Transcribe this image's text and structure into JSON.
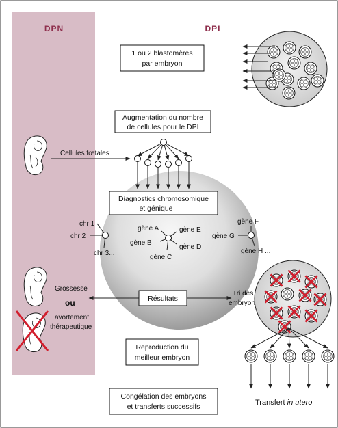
{
  "headers": {
    "left": "DPN",
    "right": "DPI"
  },
  "boxes": {
    "blastomeres": [
      "1 ou 2 blastomères",
      "par embryon"
    ],
    "augmentation": [
      "Augmentation du nombre",
      "de cellules pour le DPI"
    ],
    "diagnostics": [
      "Diagnostics chromosomique",
      "et génique"
    ],
    "resultats": "Résultats",
    "reproduction": [
      "Reproduction du",
      "meilleur embryon"
    ],
    "congelation": [
      "Congélation des embryons",
      "et transferts successifs"
    ]
  },
  "labels": {
    "cellules_foetales": "Cellules fœtales",
    "chr1": "chr 1",
    "chr2": "chr 2",
    "chr3": "chr 3...",
    "gene_a": "gène A",
    "gene_b": "gène B",
    "gene_c": "gène C",
    "gene_d": "gène D",
    "gene_e": "gène E",
    "gene_f": "gène F",
    "gene_g": "gène G",
    "gene_h": "gène H ...",
    "grossesse": "Grossesse",
    "ou": "ou",
    "avortement": [
      "avortement",
      "thérapeutique"
    ],
    "tri": [
      "Tri des",
      "embryons"
    ],
    "transfert": "Transfert ",
    "transfert_italic": "in utero"
  },
  "colors": {
    "dpn_band": "#d8bcc6",
    "header_text": "#8e2e4c",
    "sphere_center": "#f4f4f4",
    "sphere_edge": "#9a9a9a",
    "cross": "#d21e2d"
  }
}
